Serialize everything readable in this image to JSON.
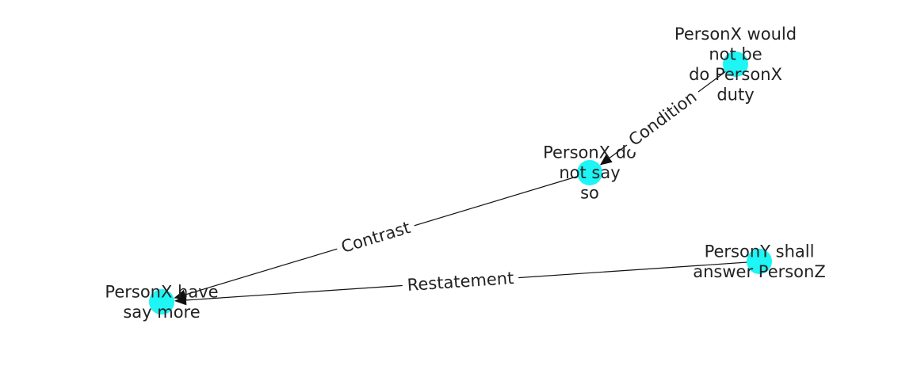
{
  "colors": {
    "node": "#1ef5f5",
    "edge": "#111111",
    "label_bg": "#ffffff",
    "text": "#222222"
  },
  "nodes": [
    {
      "id": "n_duty",
      "lines": [
        "PersonX would",
        "not be",
        "do PersonX",
        "duty"
      ]
    },
    {
      "id": "n_notsay",
      "lines": [
        "PersonX do",
        "not say",
        "so"
      ]
    },
    {
      "id": "n_saymore",
      "lines": [
        "PersonX have",
        "say more"
      ]
    },
    {
      "id": "n_answer",
      "lines": [
        "PersonY shall",
        "answer PersonZ"
      ]
    }
  ],
  "edges": [
    {
      "source": "n_duty",
      "target": "n_notsay",
      "label": "Condition"
    },
    {
      "source": "n_notsay",
      "target": "n_saymore",
      "label": "Contrast"
    },
    {
      "source": "n_answer",
      "target": "n_saymore",
      "label": "Restatement"
    }
  ]
}
